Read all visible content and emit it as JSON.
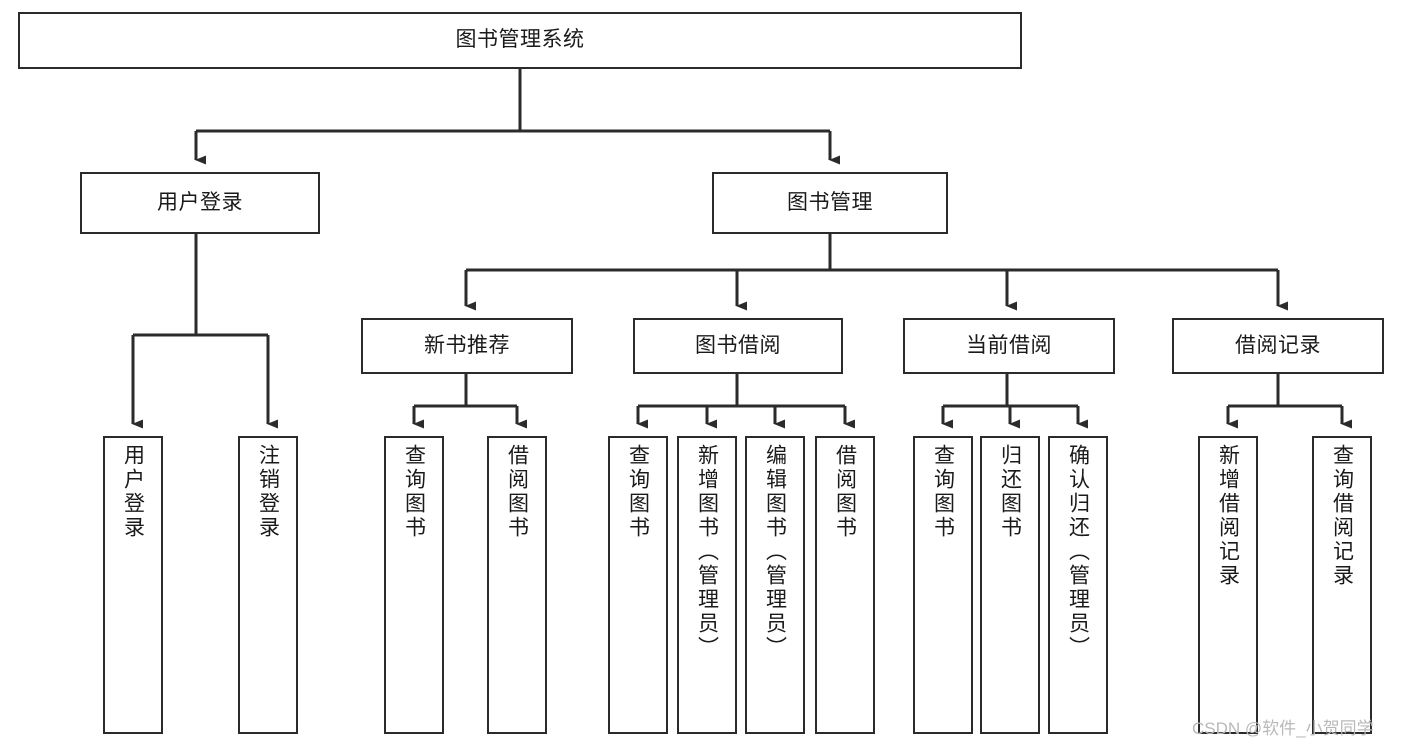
{
  "diagram": {
    "type": "tree-hierarchy",
    "title": "图书管理系统",
    "watermark": "CSDN @软件_小贺同学",
    "colors": {
      "background": "#ffffff",
      "box_border": "#2b2b2b",
      "box_fill": "#ffffff",
      "connector": "#2b2b2b",
      "text": "#1a1a1a",
      "watermark": "#b9b9b9"
    },
    "nodes": {
      "root": {
        "label": "图书管理系统",
        "orientation": "horizontal"
      },
      "level2": [
        {
          "label": "用户登录",
          "orientation": "horizontal"
        },
        {
          "label": "图书管理",
          "orientation": "horizontal"
        }
      ],
      "level3": [
        {
          "label": "新书推荐",
          "orientation": "horizontal"
        },
        {
          "label": "图书借阅",
          "orientation": "horizontal"
        },
        {
          "label": "当前借阅",
          "orientation": "horizontal"
        },
        {
          "label": "借阅记录",
          "orientation": "horizontal"
        }
      ],
      "leaves_user_login": [
        {
          "label": "用户登录",
          "orientation": "vertical"
        },
        {
          "label": "注销登录",
          "orientation": "vertical"
        }
      ],
      "leaves_new_book": [
        {
          "label": "查询图书",
          "orientation": "vertical"
        },
        {
          "label": "借阅图书",
          "orientation": "vertical"
        }
      ],
      "leaves_borrow": [
        {
          "label": "查询图书",
          "orientation": "vertical"
        },
        {
          "label": "新增图书（管理员）",
          "orientation": "vertical"
        },
        {
          "label": "编辑图书（管理员）",
          "orientation": "vertical"
        },
        {
          "label": "借阅图书",
          "orientation": "vertical"
        }
      ],
      "leaves_current": [
        {
          "label": "查询图书",
          "orientation": "vertical"
        },
        {
          "label": "归还图书",
          "orientation": "vertical"
        },
        {
          "label": "确认归还（管理员）",
          "orientation": "vertical"
        }
      ],
      "leaves_record": [
        {
          "label": "新增借阅记录",
          "orientation": "vertical"
        },
        {
          "label": "查询借阅记录",
          "orientation": "vertical"
        }
      ]
    }
  }
}
